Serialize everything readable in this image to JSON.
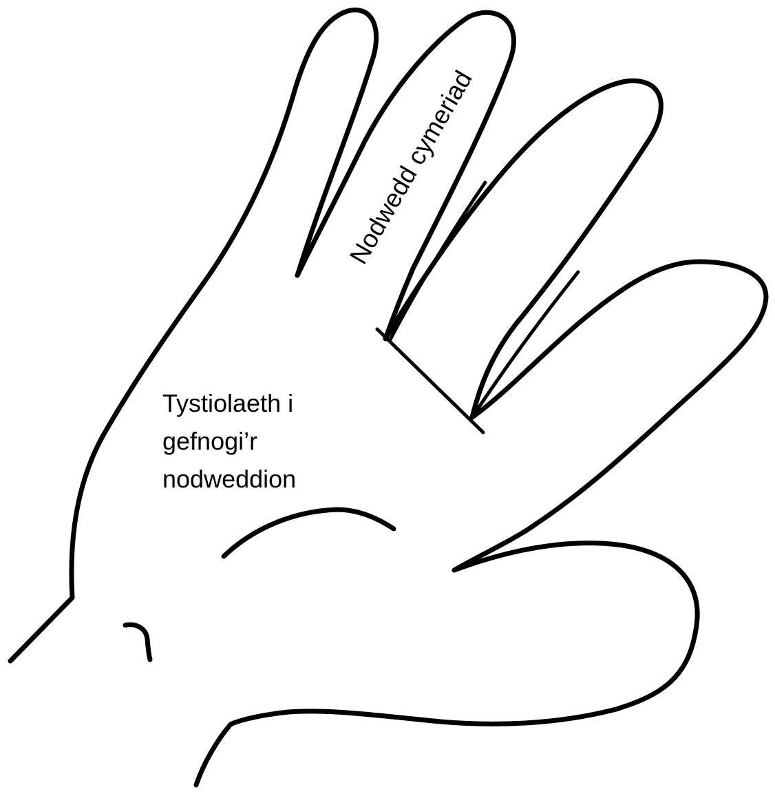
{
  "labels": {
    "finger": "Nodwedd cymeriad",
    "palm": {
      "lines": [
        "Tystiolaeth i",
        "gefnogi’r",
        "nodweddion"
      ]
    }
  },
  "colors": {
    "background": "#ffffff",
    "outline": "#000000",
    "text": "#000000"
  }
}
